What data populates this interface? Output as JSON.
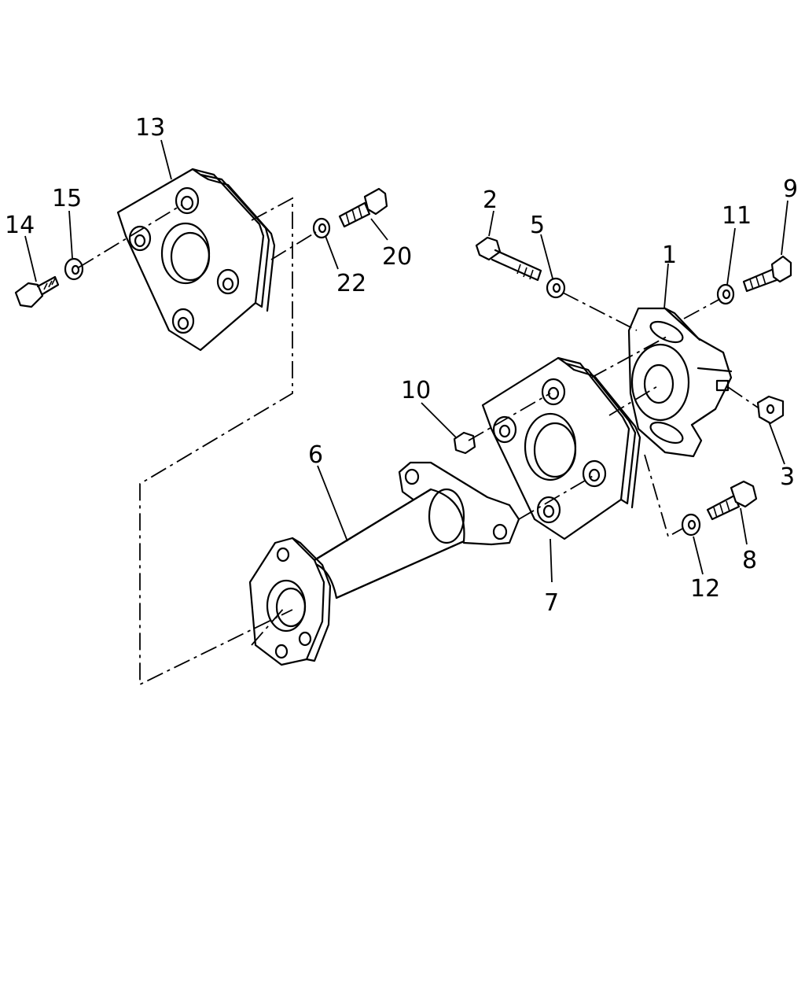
{
  "callouts": {
    "c1": "1",
    "c2": "2",
    "c3": "3",
    "c5": "5",
    "c6": "6",
    "c7": "7",
    "c8": "8",
    "c9": "9",
    "c10": "10",
    "c11": "11",
    "c12": "12",
    "c13": "13",
    "c14": "14",
    "c15": "15",
    "c20": "20",
    "c22": "22"
  }
}
